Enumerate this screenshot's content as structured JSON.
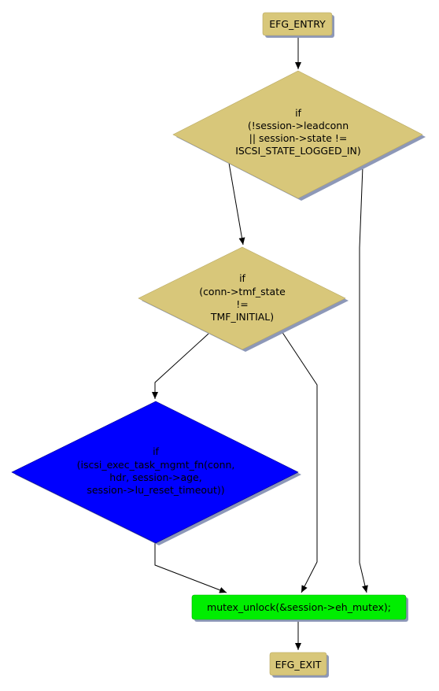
{
  "colors": {
    "background": "#ffffff",
    "terminal_fill": "#d8c77a",
    "decision_fill": "#d8c77a",
    "highlight_decision_fill": "#0000ff",
    "action_fill": "#00ee00",
    "shadow": "#8d98b8",
    "edge": "#000000"
  },
  "nodes": {
    "entry": {
      "label": "EFG_ENTRY"
    },
    "cond1": {
      "lines": [
        "if",
        "(!session->leadconn",
        "|| session->state !=",
        "ISCSI_STATE_LOGGED_IN)"
      ]
    },
    "cond2": {
      "lines": [
        "if",
        "(conn->tmf_state",
        "!=",
        "TMF_INITIAL)"
      ]
    },
    "cond3": {
      "lines": [
        "if",
        "(iscsi_exec_task_mgmt_fn(conn,",
        "hdr, session->age,",
        "session->lu_reset_timeout))"
      ]
    },
    "unlock": {
      "label": "mutex_unlock(&session->eh_mutex);"
    },
    "exit": {
      "label": "EFG_EXIT"
    }
  }
}
